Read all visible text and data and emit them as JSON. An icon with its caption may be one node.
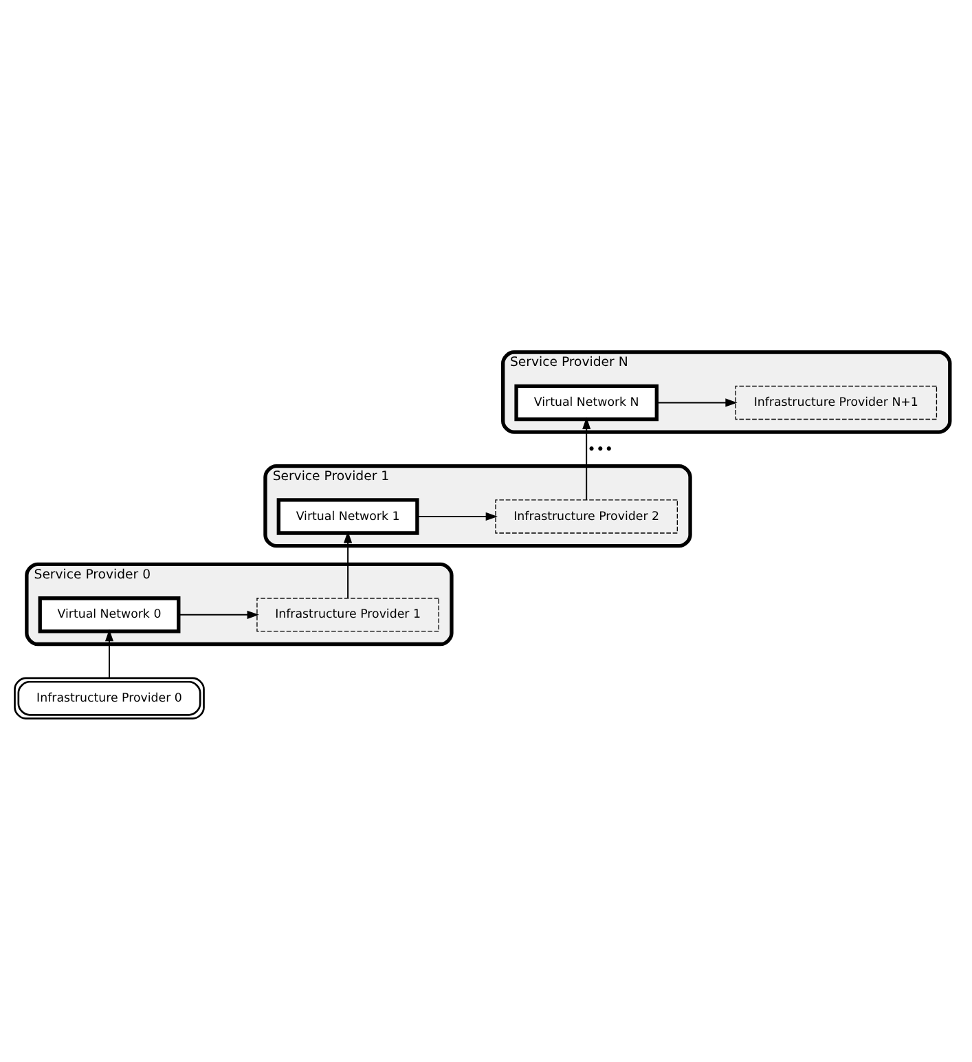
{
  "diagram": {
    "nodes": [
      {
        "text": [
          "Service Provider N"
        ]
      },
      {
        "text": [
          "Virtual Network N"
        ],
        "in": 0
      },
      {
        "text": [
          "Infrastructure Provider N+1"
        ],
        "in": 0
      },
      {
        "text": [
          "Service Provider 1"
        ]
      },
      {
        "text": [
          "Virtual Network 1"
        ],
        "in": 3
      },
      {
        "text": [
          "Infrastructure Provider 2"
        ],
        "in": 3
      },
      {
        "text": [
          "Service Provider 0"
        ]
      },
      {
        "text": [
          "Virtual Network 0"
        ],
        "in": 6
      },
      {
        "text": [
          "Infrastructure Provider 1"
        ],
        "in": 6
      },
      {
        "text": [
          "Infrastructure Provider 0"
        ]
      }
    ],
    "edges": [
      {
        "from": 1,
        "to": 2,
        "arrow": "to"
      },
      {
        "from": 5,
        "to": 1,
        "arrow": "to",
        "label": "•••"
      },
      {
        "from": 4,
        "to": 5,
        "arrow": "to"
      },
      {
        "from": 8,
        "to": 4,
        "arrow": "to"
      },
      {
        "from": 7,
        "to": 8,
        "arrow": "to"
      },
      {
        "from": 9,
        "to": 7,
        "arrow": "to"
      }
    ]
  }
}
